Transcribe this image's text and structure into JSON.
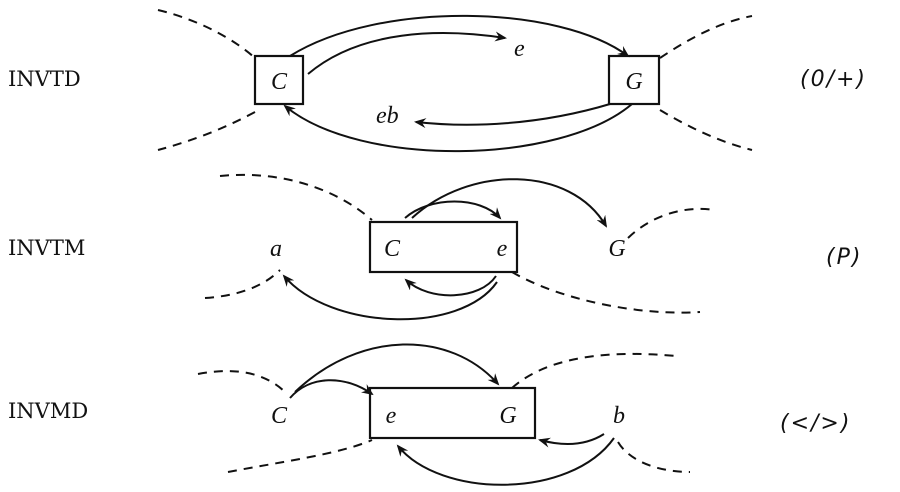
{
  "rows": [
    {
      "name": "INVTD",
      "code": "(0/+)",
      "nodes": {
        "C": "C",
        "G": "G",
        "e": "e",
        "eb": "eb"
      }
    },
    {
      "name": "INVTM",
      "code": "(P)",
      "nodes": {
        "a": "a",
        "C": "C",
        "e": "e",
        "G": "G"
      }
    },
    {
      "name": "INVMD",
      "code": "(</>)",
      "nodes": {
        "C": "C",
        "e": "e",
        "G": "G",
        "b": "b"
      }
    }
  ]
}
